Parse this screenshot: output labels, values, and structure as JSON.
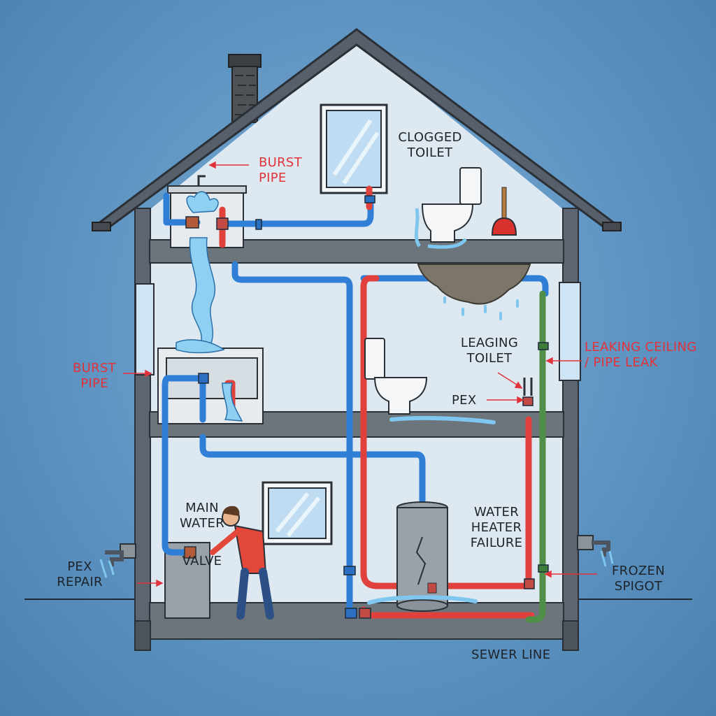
{
  "labels": {
    "burst_pipe_upper": [
      "BURST",
      "PIPE"
    ],
    "clogged_toilet": [
      "CLOGGED",
      "TOILET"
    ],
    "burst_pipe_lower": [
      "BURST",
      "PIPE"
    ],
    "leaking_toilet": [
      "LEAGING",
      "TOILET"
    ],
    "leaking_ceiling": [
      "LEAKING CEILING",
      "/ PIPE LEAK"
    ],
    "pex": "PEX",
    "main_water_valve": [
      "MAIN",
      "WATER",
      "VALVE"
    ],
    "water_heater_failure": [
      "WATER",
      "HEATER",
      "FAILURE"
    ],
    "pex_repair": [
      "PEX",
      "REPAIR"
    ],
    "frozen_spigot": [
      "FROZEN",
      "SPIGOT"
    ],
    "sewer_line": "SEWER LINE"
  },
  "colors": {
    "cold_pipe": "#2f7fd6",
    "hot_pipe": "#e0413c",
    "drain_pipe": "#4f8f47",
    "label_red": "#e2333a",
    "label_dark": "#1d242c",
    "wall_fill": "#dde8f1",
    "structure": "#5c6570"
  }
}
